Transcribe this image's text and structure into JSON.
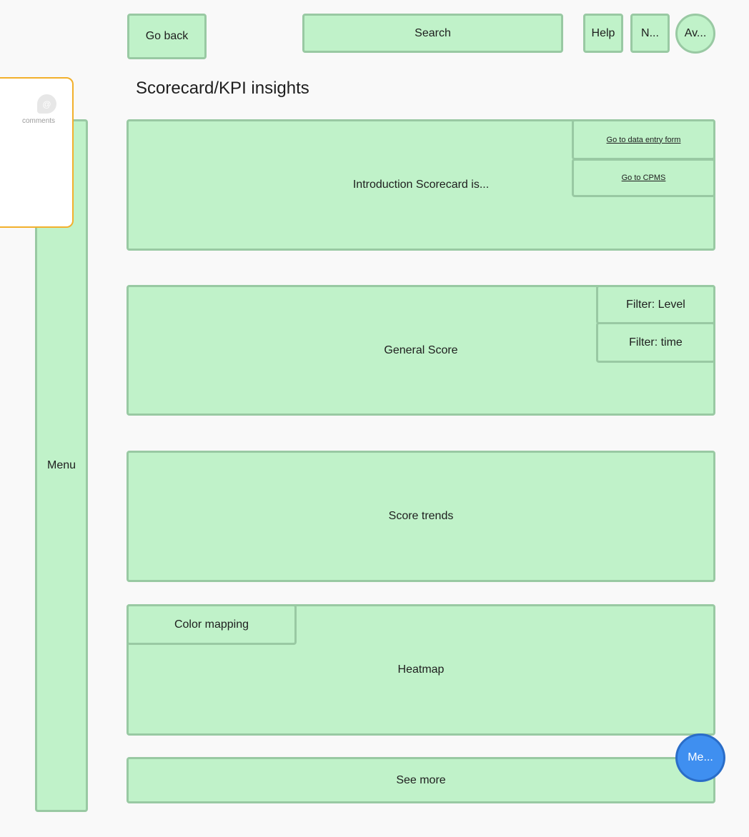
{
  "header": {
    "back_label": "Go back",
    "search_label": "Search",
    "help_label": "Help",
    "notifications_label": "N...",
    "avatar_label": "Av..."
  },
  "page_title": "Scorecard/KPI insights",
  "sidebar": {
    "menu_label": "Menu"
  },
  "comments": {
    "label": "comments",
    "icon": "at-icon"
  },
  "sections": {
    "intro": {
      "label": "Introduction Scorecard is...",
      "link_data_entry": "Go to data entry form",
      "link_cpms": "Go to CPMS"
    },
    "general_score": {
      "label": "General Score",
      "filter_level": "Filter: Level",
      "filter_time": "Filter: time"
    },
    "score_trends": {
      "label": "Score trends"
    },
    "heatmap": {
      "label": "Heatmap",
      "color_mapping": "Color mapping"
    },
    "see_more": {
      "label": "See more"
    }
  },
  "fab": {
    "label": "Me..."
  },
  "colors": {
    "box_fill": "#c0f2c9",
    "box_border": "#99c9a3",
    "comment_border": "#f2b02c",
    "fab_fill": "#3f8ff0"
  }
}
